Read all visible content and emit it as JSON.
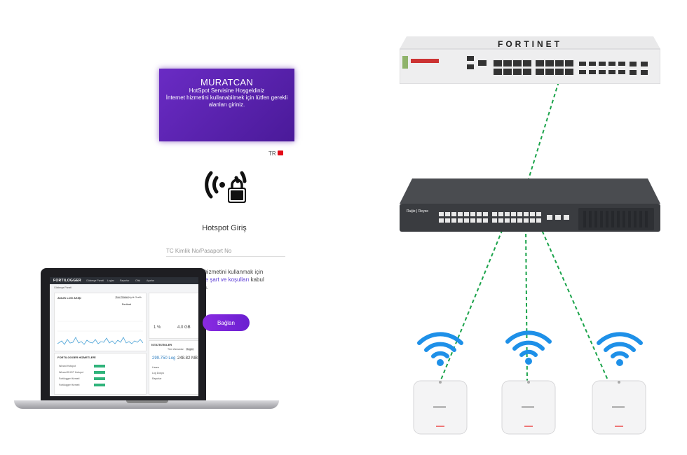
{
  "portal": {
    "brand": "MURATCAN",
    "welcome": "HotSpot Servisine Hoşgeldiniz",
    "instruction": "İnternet hizmetini kullanabilmek için lütfen gerekli alanları giriniz.",
    "language": "TR",
    "title": "Hotspot Giriş",
    "id_placeholder": "TC Kimlik No/Pasaport No",
    "terms_prefix": "İnternet hizmetini kullanmak için",
    "terms_link": "Sözleşme şart ve koşulları",
    "terms_suffix": "kabul ediyorum.",
    "connect_label": "Bağlan"
  },
  "laptop_app": {
    "logo": "FORTILOGGER",
    "menu": [
      "Gösterge Paneli",
      "Loglar",
      "Raporlar",
      "Ofisl",
      "Ayarlar"
    ],
    "breadcrumb": "Gösterge Paneli",
    "chart_title": "ANLIK LOG AKIŞI",
    "chart_tabs": [
      "Son Gösteri",
      "Aylık Grafik"
    ],
    "legend_title": "Fortinet",
    "stats_title": "İSTATİSTİKLER",
    "stats_tabs": [
      "Tüm Zamanlar",
      "Bugün"
    ],
    "log_count": "299.750 Log",
    "log_size": "248.82 MB",
    "disk_percent": "1 %",
    "disk_size": "4.0 GB",
    "services_title": "FORTILOGGER HİZMETLERİ",
    "services": [
      "Wizard Hotspot",
      "Wizard DHCP Hotspot",
      "Fortilogger Hizmeti",
      "Fortilogger Hizmeti"
    ],
    "info_labels": [
      "Lisans",
      "Log Dosya",
      "Raporlar"
    ]
  },
  "colors": {
    "banner": "#5b23b0",
    "connect_button": "#7b24de",
    "link": "#5b3bd6",
    "cable": "#1aa34a",
    "wifi": "#1e90e8"
  },
  "devices": {
    "firewall_brand": "FORTINET",
    "switch_brand": "Ruijie | Reyee"
  }
}
